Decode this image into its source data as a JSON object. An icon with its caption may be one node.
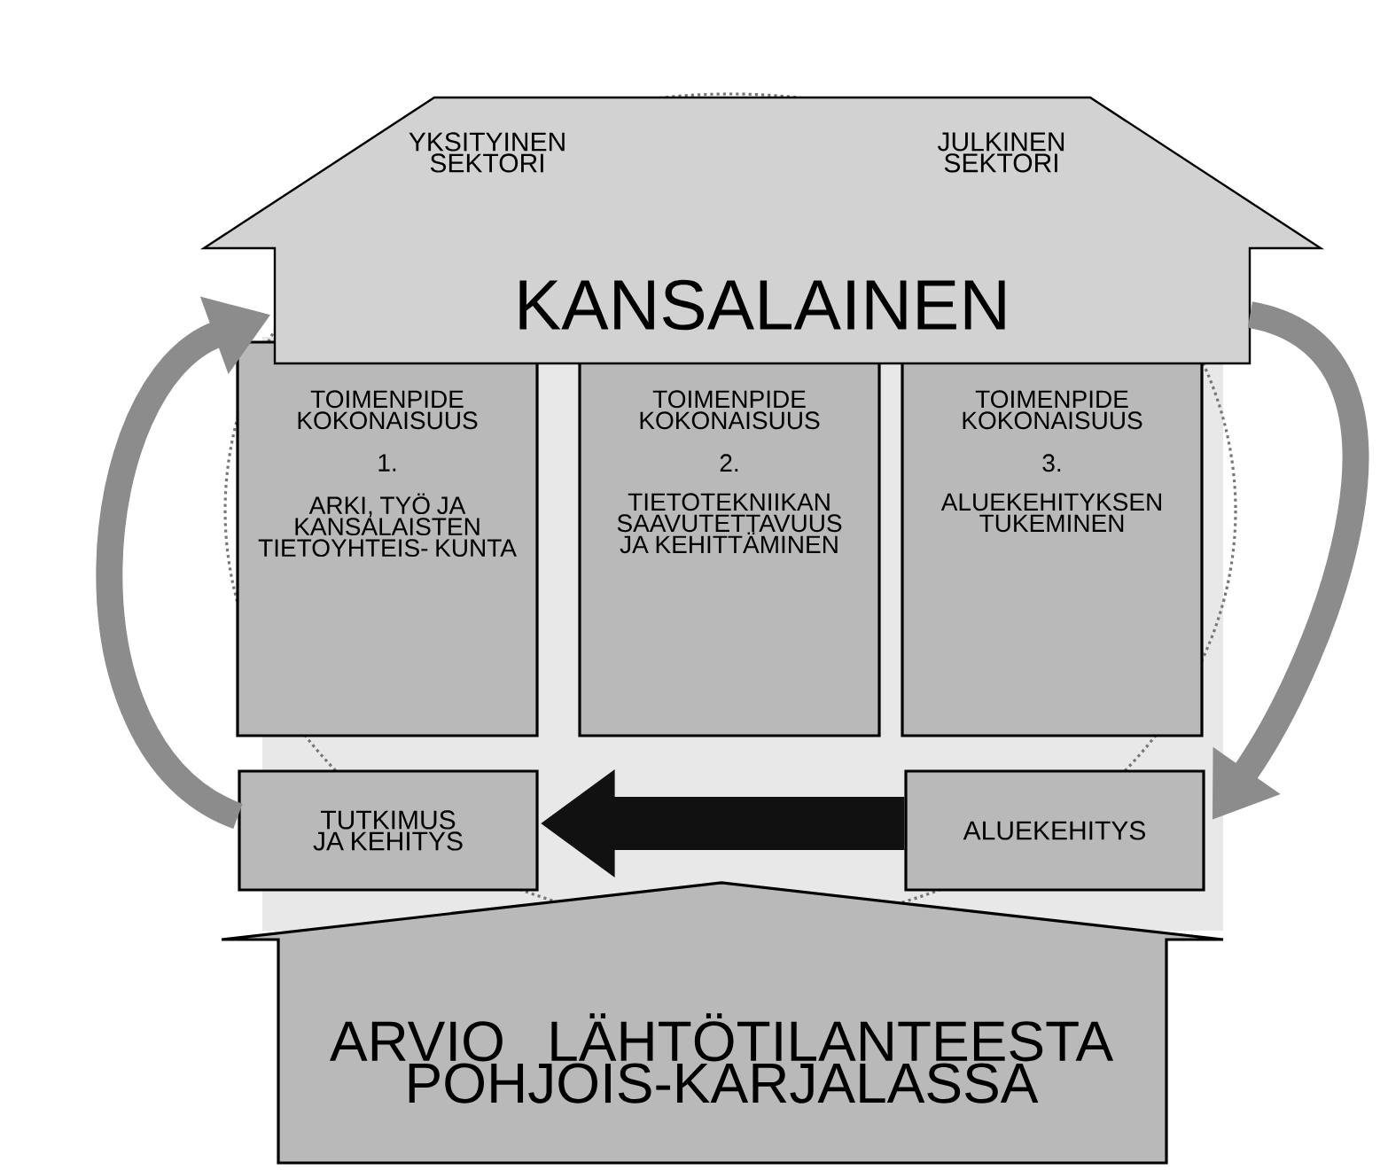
{
  "diagram": {
    "nodes": [
      {
        "text": [
          "YKSITYINEN SEKTORI",
          "JULKINEN SEKTORI",
          "KANSALAINEN"
        ]
      },
      {
        "text": [
          "TOIMENPIDE KOKONAISUUS",
          "1.",
          "ARKI, TYÖ JA KANSALAISTEN TIETOYHTEIS- KUNTA"
        ]
      },
      {
        "text": [
          "TOIMENPIDE KOKONAISUUS",
          "2.",
          "TIETOTEKNIIKAN SAAVUTETTAVUUS JA KEHITTÄMINEN"
        ]
      },
      {
        "text": [
          "TOIMENPIDE KOKONAISUUS",
          "3.",
          "ALUEKEHITYKSEN TUKEMINEN"
        ]
      },
      {
        "text": [
          "TUTKIMUS JA KEHITYS"
        ]
      },
      {
        "text": [
          "ALUEKEHITYS"
        ]
      },
      {
        "text": [
          "ARVIO LÄHTÖTILANTEESTA POHJOIS-KARJALASSA"
        ]
      }
    ],
    "edges": [
      {
        "from": 4,
        "to": 0,
        "arrow": "to"
      },
      {
        "from": 0,
        "to": 5,
        "arrow": "to"
      },
      {
        "from": 5,
        "to": 4,
        "arrow": "to",
        "style": "thick",
        "color": "#111111"
      }
    ]
  }
}
